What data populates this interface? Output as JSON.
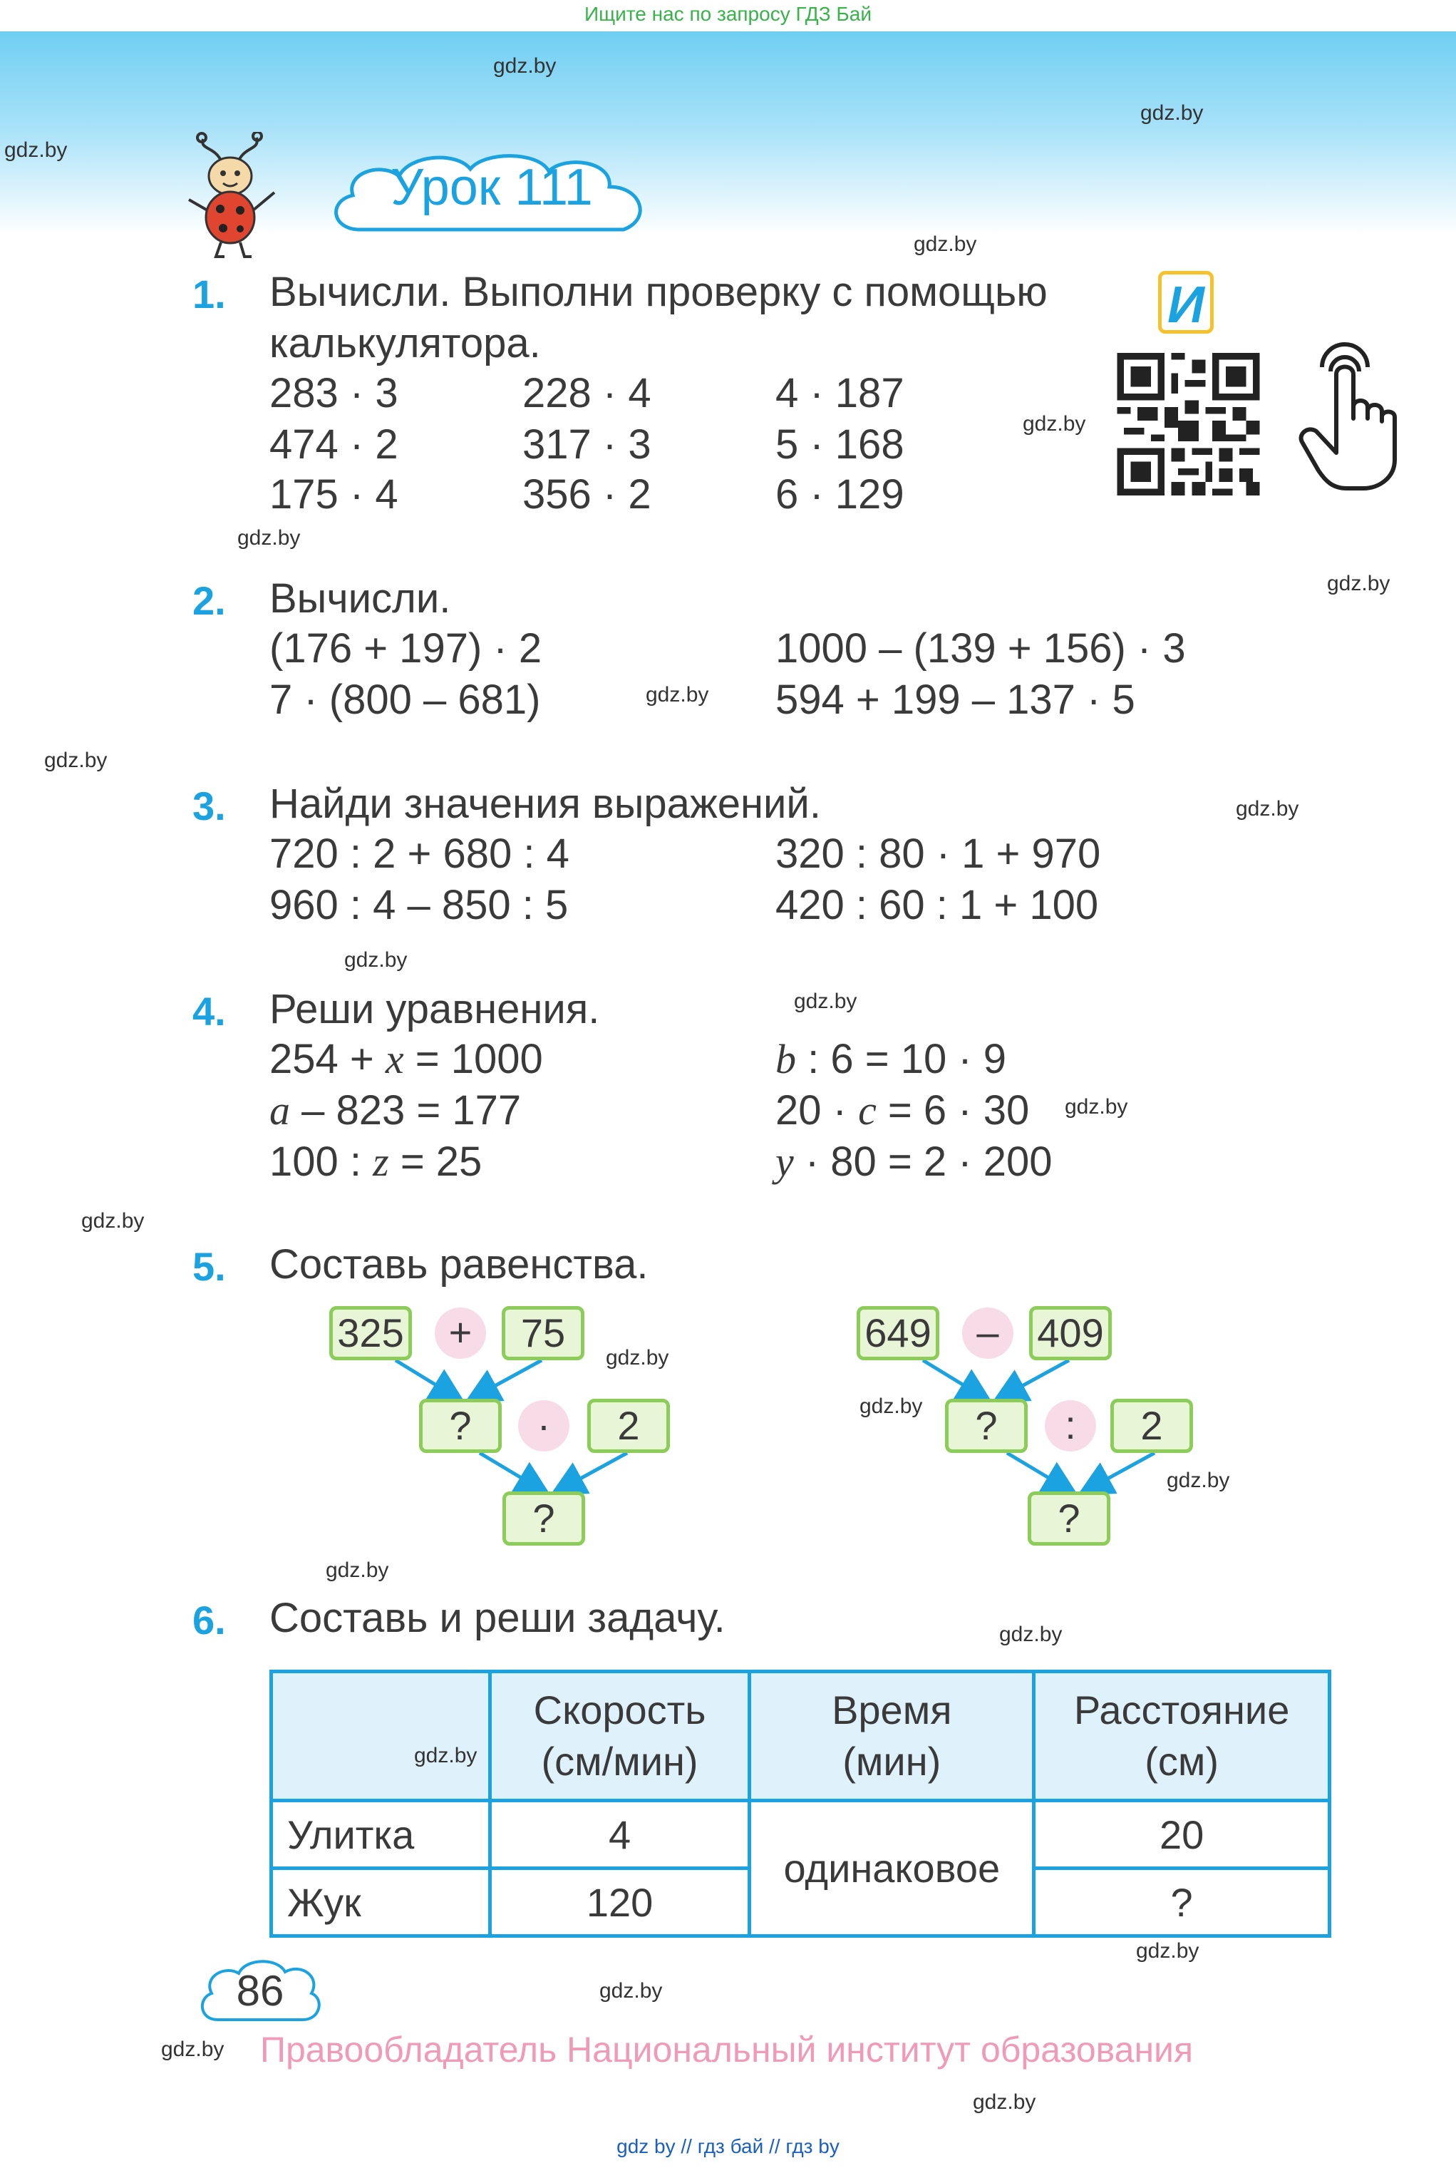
{
  "top_banner": "Ищите нас по запросу ГДЗ Бай",
  "watermark": "gdz.by",
  "lesson_title": "Урок 111",
  "icon_badge": "И",
  "tasks": {
    "t1": {
      "num": "1.",
      "line1": "Вычисли. Выполни проверку с помощью",
      "line2": "калькулятора.",
      "exprs": [
        "283 · 3",
        "228 · 4",
        "4 · 187",
        "474 · 2",
        "317 · 3",
        "5 · 168",
        "175 · 4",
        "356 · 2",
        "6 · 129"
      ]
    },
    "t2": {
      "num": "2.",
      "title": "Вычисли.",
      "exprs": [
        "(176 + 197) · 2",
        "1000 – (139 + 156) · 3",
        "7 · (800 – 681)",
        "594 + 199 – 137 · 5"
      ]
    },
    "t3": {
      "num": "3.",
      "title": "Найди значения выражений.",
      "exprs": [
        "720 : 2 + 680 : 4",
        "320 : 80 · 1 + 970",
        "960 : 4 – 850 : 5",
        "420 : 60 : 1 + 100"
      ]
    },
    "t4": {
      "num": "4.",
      "title": "Реши уравнения.",
      "eq": [
        {
          "pre": "254 + ",
          "var": "x",
          "post": " = 1000"
        },
        {
          "pre": "",
          "var": "b",
          "post": " : 6 = 10 · 9"
        },
        {
          "pre": "",
          "var": "a",
          "post": " – 823 = 177"
        },
        {
          "pre": "20 · ",
          "var": "c",
          "post": " = 6 · 30"
        },
        {
          "pre": "100 : ",
          "var": "z",
          "post": " = 25"
        },
        {
          "pre": "",
          "var": "y",
          "post": " · 80 = 2 · 200"
        }
      ]
    },
    "t5": {
      "num": "5.",
      "title": "Составь равенства.",
      "left": {
        "a": "325",
        "op1": "+",
        "b": "75",
        "mid": "?",
        "op2": "·",
        "c": "2",
        "result": "?"
      },
      "right": {
        "a": "649",
        "op1": "–",
        "b": "409",
        "mid": "?",
        "op2": ":",
        "c": "2",
        "result": "?"
      }
    },
    "t6": {
      "num": "6.",
      "title": "Составь и реши задачу.",
      "table": {
        "headers": [
          "Скорость",
          "(см/мин)",
          "Время",
          "(мин)",
          "Расстояние",
          "(см)"
        ],
        "rows": [
          {
            "name": "Улитка",
            "speed": "4",
            "distance": "20"
          },
          {
            "name": "Жук",
            "speed": "120",
            "distance": "?"
          }
        ],
        "time_merged": "одинаковое"
      }
    }
  },
  "page_number": "86",
  "copyright": "Правообладатель Национальный институт образования",
  "bottom_links": "gdz by  //  гдз бай  //  гдз by",
  "colors": {
    "accent_blue": "#1aa3e0",
    "green_border": "#8ccd5a",
    "green_fill": "#e8f5d6",
    "pink_circle": "#f7dce8",
    "copyright_pink": "#f19ab8",
    "banner_green": "#37b34a"
  }
}
